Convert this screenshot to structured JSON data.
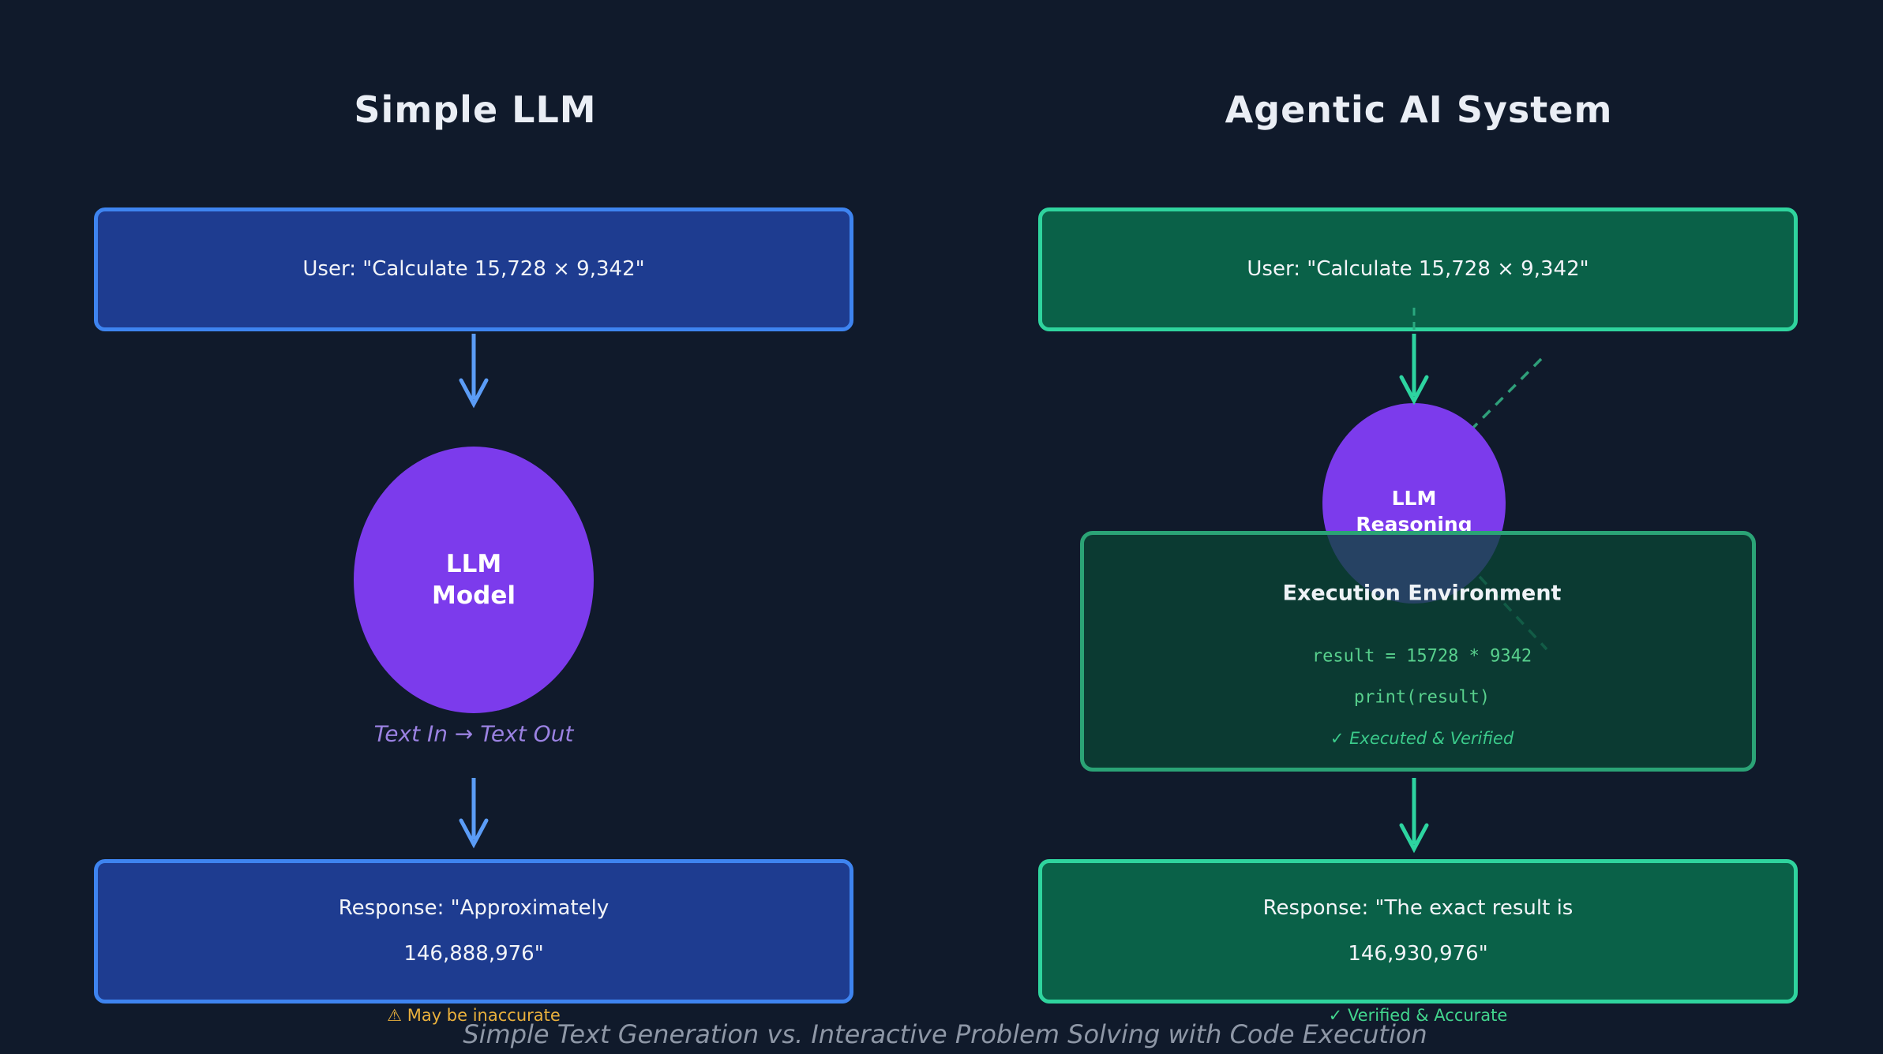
{
  "left_panel": {
    "title": "Simple LLM",
    "user_message": "User: \"Calculate 15,728 × 9,342\"",
    "node_line1": "LLM",
    "node_line2": "Model",
    "io_label": "Text In → Text Out",
    "response_line1": "Response: \"Approximately",
    "response_line2": "146,888,976\"",
    "footnote": "⚠ May be inaccurate"
  },
  "right_panel": {
    "title": "Agentic AI System",
    "user_message": "User: \"Calculate 15,728 × 9,342\"",
    "node_line1": "LLM",
    "node_line2": "Reasoning",
    "execution": {
      "title": "Execution Environment",
      "code_line1": "result = 15728 * 9342",
      "code_line2": "print(result)",
      "status": "✓ Executed & Verified"
    },
    "response_line1": "Response: \"The exact result is",
    "response_line2": "146,930,976\"",
    "footnote": "✓ Verified & Accurate"
  },
  "caption": "Simple Text Generation vs. Interactive Problem Solving with Code Execution",
  "colors": {
    "background": "#101a2b",
    "blue_box_fill": "#1e3c90",
    "blue_box_border": "#3e84f0",
    "blue_arrow": "#5b9cf6",
    "green_box_fill": "#0a6148",
    "green_box_border": "#2fd49e",
    "green_arrow": "#2dd4a0",
    "exec_box_border": "#2ba376",
    "dashed_link": "#2f9f7a",
    "purple_node": "#7c3bec",
    "warning_text": "#e9b03c",
    "success_text": "#42d68e",
    "code_text": "#58d08d",
    "io_label_text": "#9b82e2",
    "caption_text": "#8e97a6"
  }
}
